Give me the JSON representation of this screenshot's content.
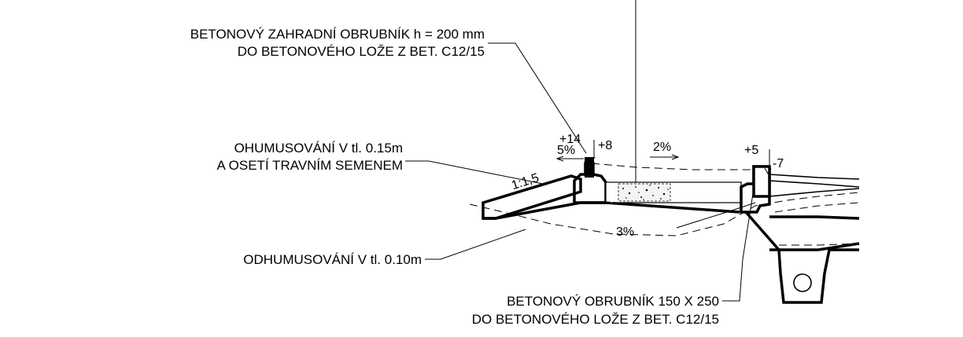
{
  "labels": {
    "curb_garden_line1": "BETONOVÝ ZAHRADNÍ OBRUBNÍK h = 200 mm",
    "curb_garden_line2": "DO BETONOVÉHO LOŽE Z BET. C12/15",
    "humus_line1": "OHUMUSOVÁNÍ V tl. 0.15m",
    "humus_line2": "A OSETÍ TRAVNÍM SEMENEM",
    "dehumus": "ODHUMUSOVÁNÍ V tl. 0.10m",
    "curb_main_line1": "BETONOVÝ OBRUBNÍK 150 X 250",
    "curb_main_line2": "DO BETONOVÉHO LOŽE Z BET. C12/15"
  },
  "dimensions": {
    "slope_bank": "1:1,5",
    "slope_left": "5%",
    "height_plus14": "+14",
    "height_plus8": "+8",
    "slope_path": "2%",
    "height_plus5": "+5",
    "height_minus7": "-7",
    "slope_subgrade": "3%"
  }
}
